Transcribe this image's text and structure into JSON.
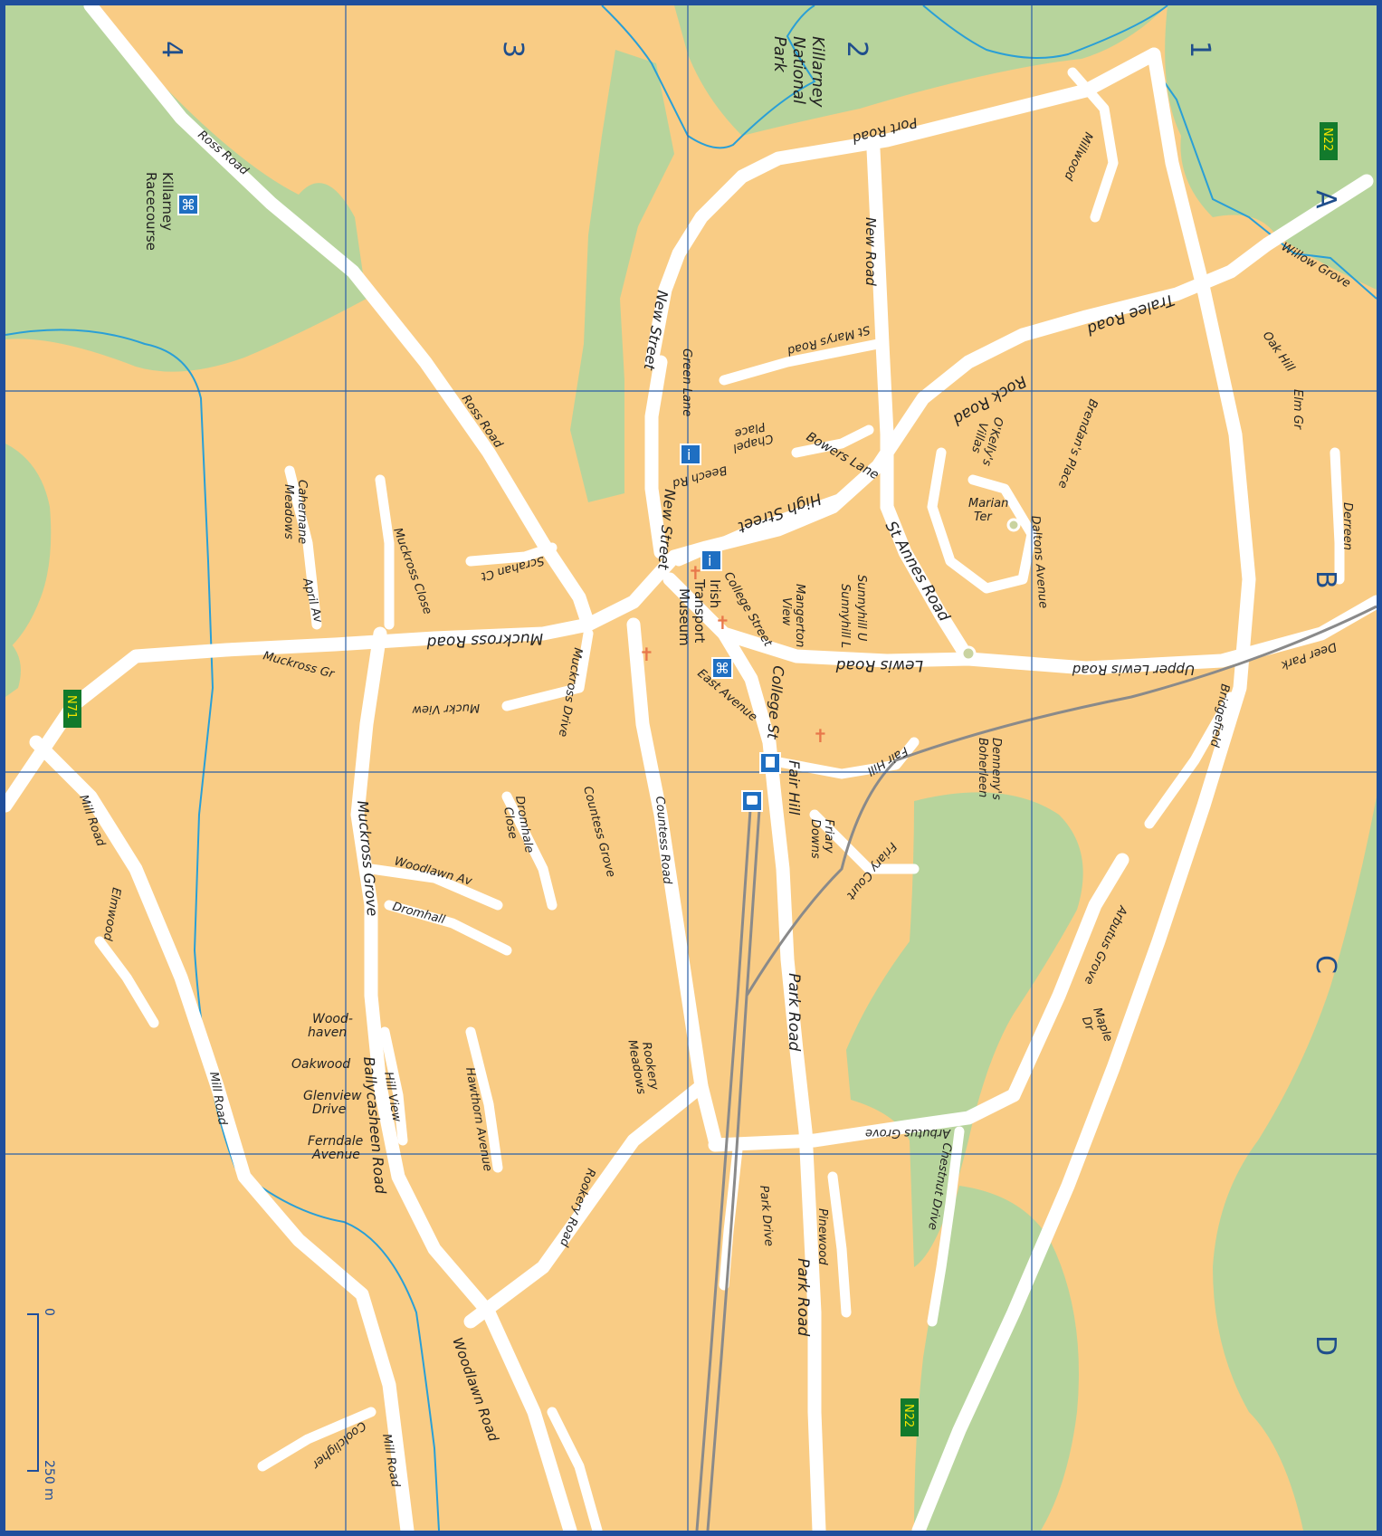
{
  "colors": {
    "land": "#f9cc85",
    "park": "#b7d49c",
    "road": "#ffffff",
    "water": "#2a9fd6",
    "rail": "#8a8a8a",
    "grid": "#2a5fa8",
    "border": "#1f4e9c",
    "shield_bg": "#127a2c",
    "shield_text": "#f4e400"
  },
  "grid": {
    "columns": [
      "4",
      "3",
      "2",
      "1"
    ],
    "rows": [
      "A",
      "B",
      "C",
      "D"
    ]
  },
  "scale": {
    "start": "0",
    "end": "250 m"
  },
  "shields": {
    "n22_top": "N22",
    "n22_bottom": "N22",
    "n71": "N71"
  },
  "places": {
    "national_park": [
      "Killarney",
      "National",
      "Park"
    ],
    "racecourse": [
      "Killarney",
      "Racecourse"
    ],
    "museum": [
      "Irish",
      "Transport",
      "Museum"
    ]
  },
  "streets": {
    "port_road": "Port Road",
    "millwood": "Millwood",
    "new_road": "New Road",
    "st_marys_road": "St Marys Road",
    "tralee_road": "Tralee Road",
    "rock_road": "Rock Road",
    "willow_grove": "Willow Grove",
    "oak_hill": "Oak Hill",
    "elm_gr": "Elm Gr",
    "new_street_top": "New Street",
    "green_lane": "Green Lane",
    "bowers_lane": "Bowers Lane",
    "chapel_place": [
      "Chapel",
      "Place"
    ],
    "beech_rd": "Beech Rd",
    "high_street": "High Street",
    "new_street_bottom": "New Street",
    "okellys_villas": [
      "O'Kelly's",
      "Villas"
    ],
    "brendans_place": "Brendan's Place",
    "marian_ter": [
      "Marian",
      "Ter"
    ],
    "daltons_avenue": "Daltons Avenue",
    "derreen": "Derreen",
    "st_annes_road": "St Annes Road",
    "ross_road_top": "Ross Road",
    "ross_road_mid": "Ross Road",
    "cahernane_meadows": [
      "Cahernane",
      "Meadows"
    ],
    "muckross_close": "Muckross Close",
    "scrahan_ct": "Scrahan Ct",
    "april_av": "April Av",
    "muckross_road": "Muckross Road",
    "muckross_gr": "Muckross Gr",
    "muckr_view": "Muckr View",
    "muckross_drive": "Muckross Drive",
    "college_street": "College Street",
    "mangerton_view": [
      "Mangerton",
      "View"
    ],
    "sunnyhill_u": "Sunnyhill U",
    "sunnyhill_l": "Sunnyhill L",
    "lewis_road": "Lewis Road",
    "upper_lewis_road": "Upper Lewis Road",
    "deer_park": "Deer Park",
    "east_avenue": "East Avenue",
    "college_st": "College St",
    "bridgefield": "Bridgefield",
    "fair_hill_east": "Fair Hill",
    "fair_hill": "Fair Hill",
    "dennenys_boherleen": [
      "Denneny's",
      "Boherleen"
    ],
    "mill_road_top": "Mill Road",
    "elmwood": "Elmwood",
    "muckross_grove": "Muckross Grove",
    "woodlawn_av": "Woodlawn Av",
    "dromhall": "Dromhall",
    "dromhale_close": [
      "Dromhale",
      "Close"
    ],
    "countess_grove": "Countess Grove",
    "countess_road": "Countess Road",
    "friary_downs": [
      "Friary",
      "Downs"
    ],
    "friary_court": "Friary Court",
    "arbutus_grove_top": "Arbutus Grove",
    "maple_dr": [
      "Maple",
      "Dr"
    ],
    "park_road_top": "Park Road",
    "woodhaven": [
      "Wood-",
      "haven"
    ],
    "oakwood": "Oakwood",
    "glenview_drive": [
      "Glenview",
      "Drive"
    ],
    "ferndale_avenue": [
      "Ferndale",
      "Avenue"
    ],
    "hill_view": "Hill View",
    "hawthorn_avenue": "Hawthorn Avenue",
    "rookery_meadows": [
      "Rookery",
      "Meadows"
    ],
    "ballycasheen_road": "Ballycasheen Road",
    "mill_road_mid": "Mill Road",
    "arbutus_grove": "Arbutus Grove",
    "chestnut_drive": "Chestnut Drive",
    "park_drive": "Park Drive",
    "pinewood": "Pinewood",
    "park_road_bottom": "Park Road",
    "rookery_road": "Rookery Road",
    "woodlawn_road": "Woodlawn Road",
    "coolcligher": "Coolcligher",
    "mill_road_bottom": "Mill Road"
  }
}
